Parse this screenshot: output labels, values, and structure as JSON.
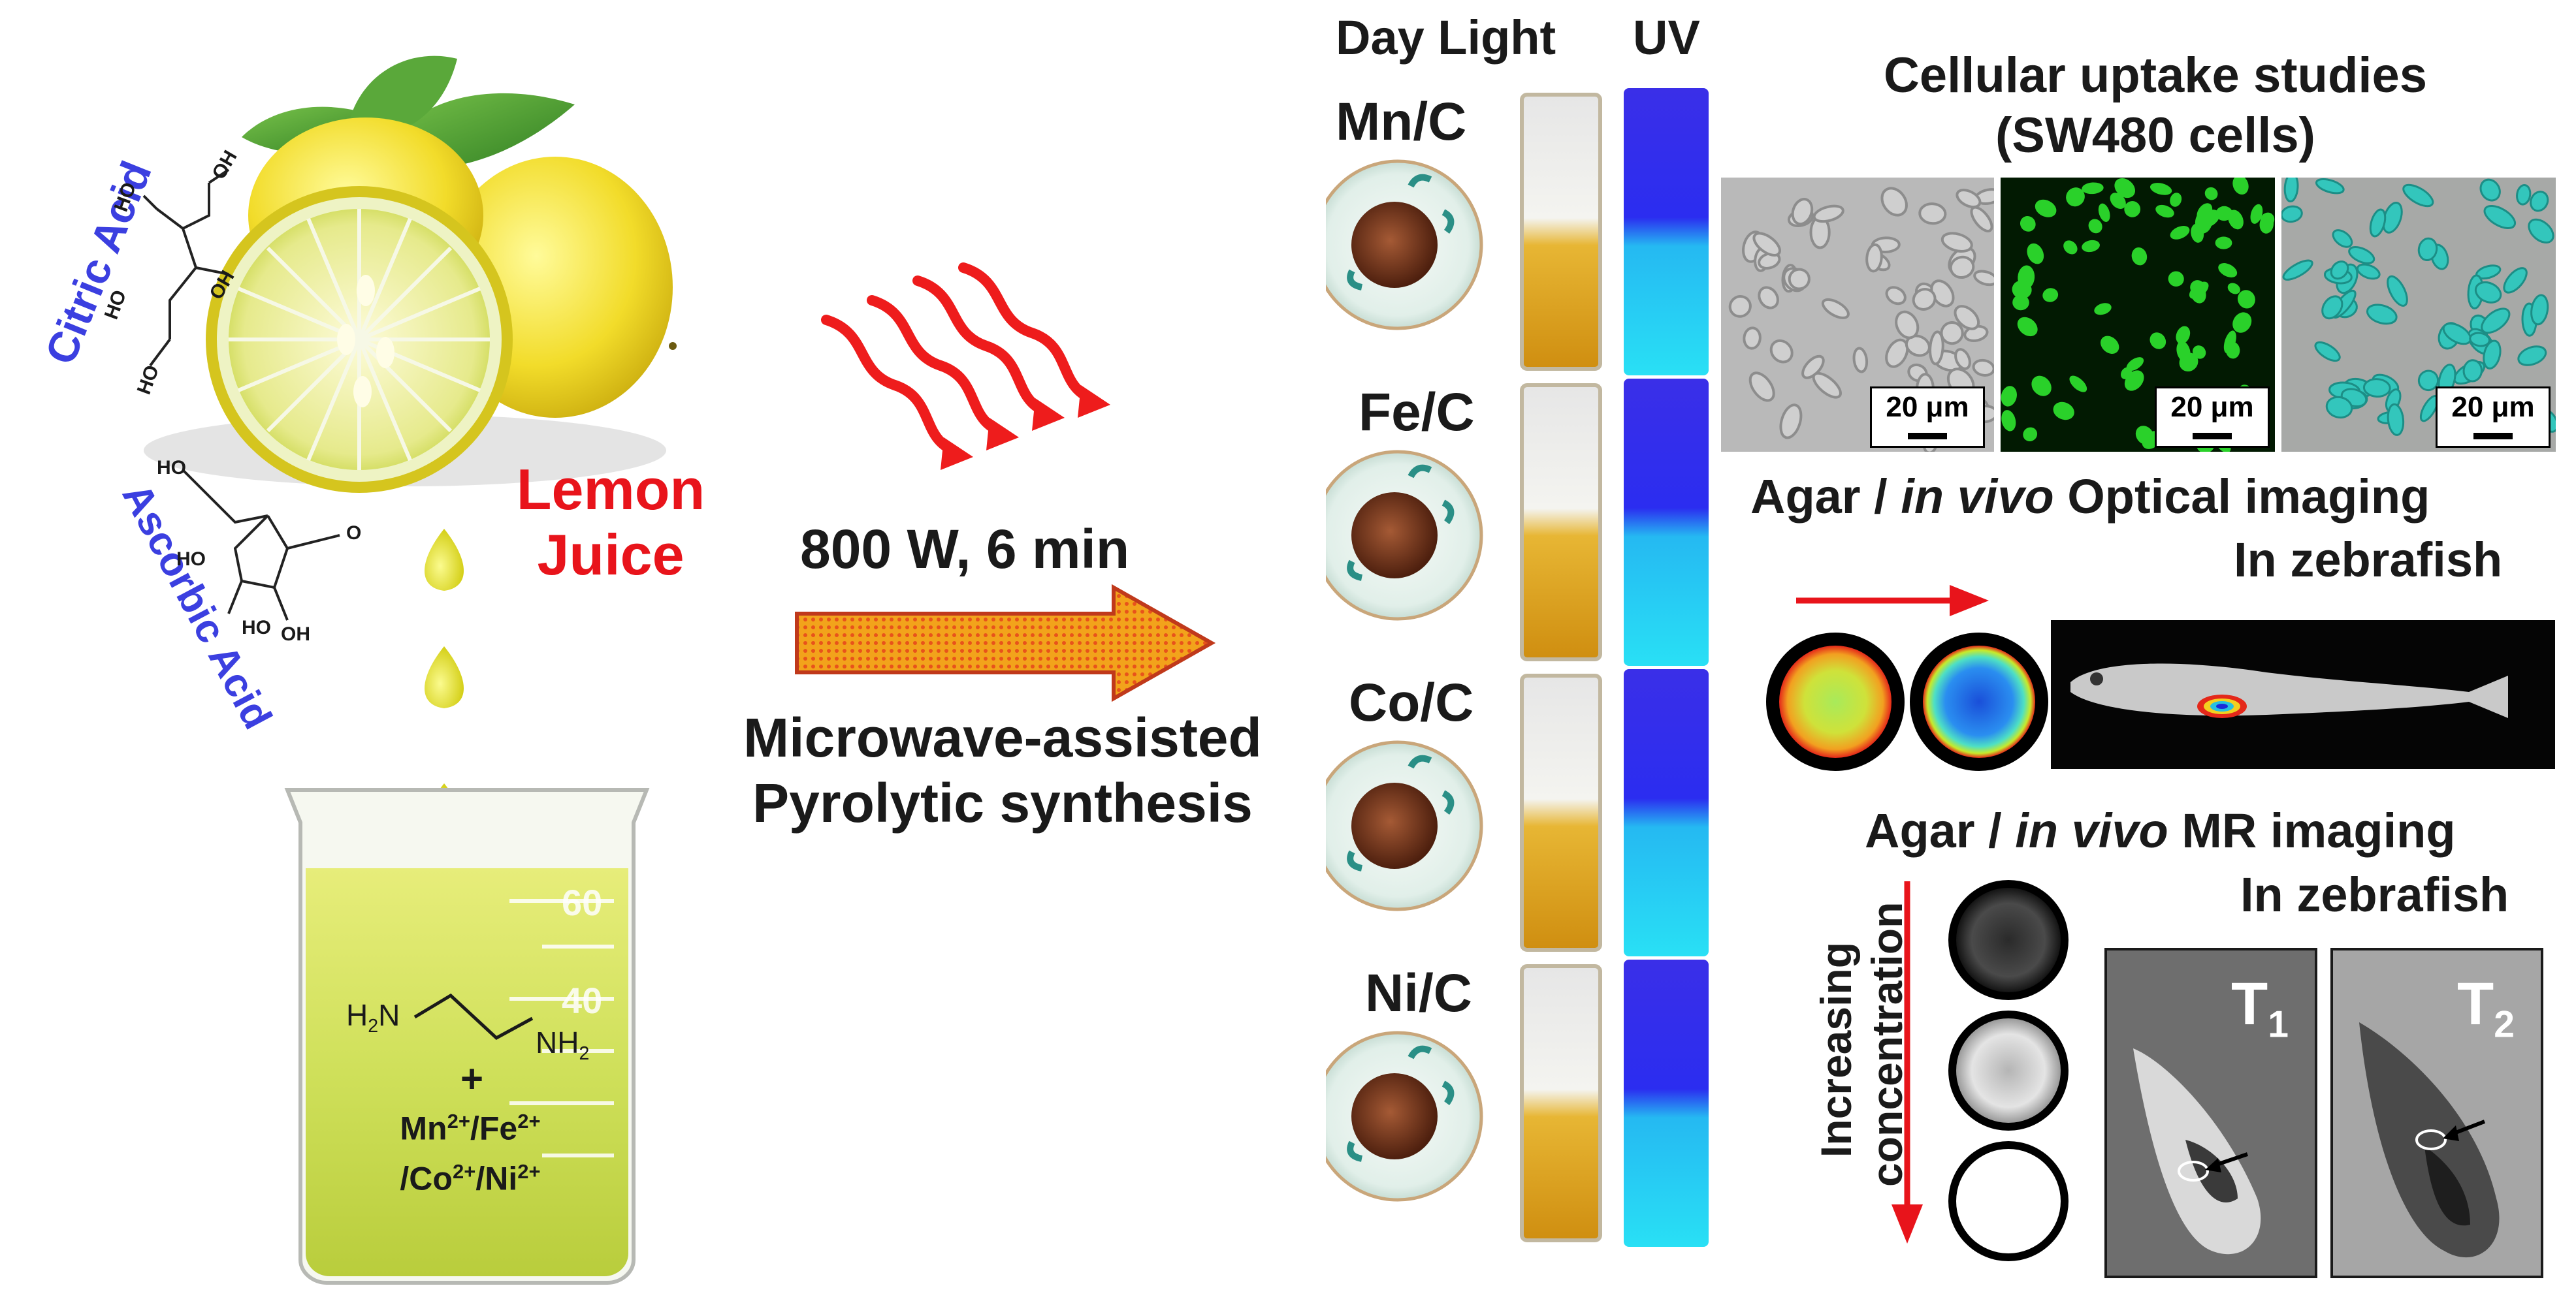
{
  "left": {
    "citric_acid_label": "Citric Acid",
    "ascorbic_acid_label": "Ascorbic Acid",
    "lemon_juice_line1": "Lemon",
    "lemon_juice_line2": "Juice",
    "beaker_marks": [
      "60",
      "40"
    ],
    "ethylenediamine_h2n": "H2N",
    "ethylenediamine_nh2": "NH2",
    "plus": "+",
    "ions_line1": "Mn2+/Fe2+",
    "ions_line2": "/Co2+/Ni2+",
    "citric_groups": [
      "OH",
      "HO",
      "OH",
      "HO",
      "HO",
      "OH"
    ],
    "ascorbic_groups": [
      "HO",
      "HO",
      "O",
      "HO",
      "OH"
    ]
  },
  "middle": {
    "conditions": "800 W, 6 min",
    "method_line1": "Microwave-assisted",
    "method_line2": "Pyrolytic synthesis"
  },
  "samples": {
    "header_daylight": "Day Light",
    "header_uv": "UV",
    "items": [
      {
        "label": "Mn/C"
      },
      {
        "label": "Fe/C"
      },
      {
        "label": "Co/C"
      },
      {
        "label": "Ni/C"
      }
    ]
  },
  "right": {
    "uptake_title_line1": "Cellular uptake studies",
    "uptake_title_line2": "(SW480 cells)",
    "scale_label": "20 μm",
    "optical_title_pre": "Agar / ",
    "optical_title_em": "in vivo",
    "optical_title_post": " Optical imaging",
    "optical_sub": "In zebrafish",
    "mr_title_pre": "Agar / ",
    "mr_title_em": "in vivo",
    "mr_title_post": " MR imaging",
    "mr_sub": "In zebrafish",
    "increasing_line1": "Increasing",
    "increasing_line2": "concentration",
    "t1_label": "T",
    "t1_sub": "1",
    "t2_label": "T",
    "t2_sub": "2"
  },
  "colors": {
    "red_accent": "#e8141b",
    "blue_text": "#3b3fe0",
    "lemon_yellow": "#f2dc2a",
    "green_fluor": "#2ad12a",
    "uv_blue": "#2b2df0",
    "uv_cyan": "#29e0f5"
  }
}
